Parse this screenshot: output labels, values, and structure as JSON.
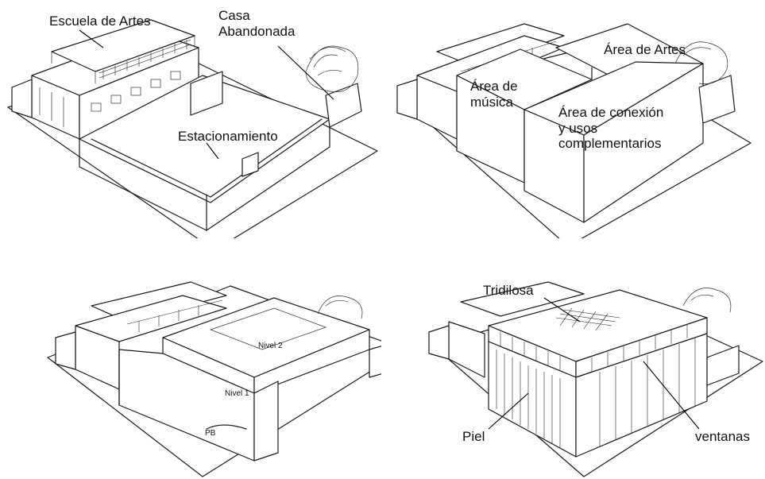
{
  "panels": {
    "top_left": {
      "labels": {
        "school": "Escuela de Artes",
        "house": "Casa\nAbandonada",
        "parking": "Estacionamiento"
      }
    },
    "top_right": {
      "labels": {
        "arts": "Área de Artes",
        "music": "Área de\nmúsica",
        "connection": "Área de conexión\ny usos\ncomplementarios"
      }
    },
    "bottom_left": {
      "labels": {
        "level2": "Nivel 2",
        "level1": "Nivel 1",
        "ground": "PB"
      }
    },
    "bottom_right": {
      "labels": {
        "tridilosa": "Tridilosa",
        "skin": "Piel",
        "windows": "ventanas"
      }
    }
  }
}
